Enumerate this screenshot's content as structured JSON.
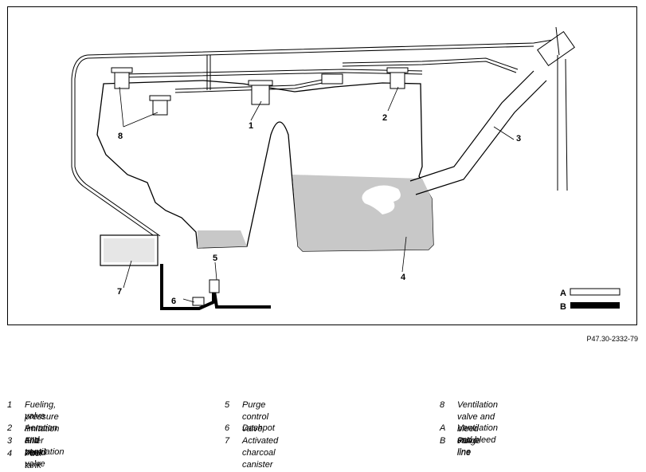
{
  "diagram": {
    "callouts": {
      "c1": "1",
      "c2": "2",
      "c3": "3",
      "c4": "4",
      "c5": "5",
      "c6": "6",
      "c7": "7",
      "c8": "8",
      "cA": "A",
      "cB": "B"
    },
    "reference": "P47.30-2332-79"
  },
  "legend": [
    {
      "key": "1",
      "text": "Fueling, pressure limitation and bleed"
    },
    {
      "key": "",
      "text": "valve"
    },
    {
      "key": "2",
      "text": "Aeration and ventilation valve"
    },
    {
      "key": "3",
      "text": "Filler neck"
    },
    {
      "key": "4",
      "text": "Fuel tank"
    },
    {
      "key": "5",
      "text": "Purge control valve"
    },
    {
      "key": "6",
      "text": "Dashpot"
    },
    {
      "key": "7",
      "text": "Activated charcoal canister"
    },
    {
      "key": "8",
      "text": "Ventilation valve and bleed valve"
    },
    {
      "key": "A",
      "text": "Ventilation and bleed line"
    },
    {
      "key": "B",
      "text": "Purge line"
    }
  ],
  "colors": {
    "fuel": "#c8c8c8",
    "line": "#000000",
    "background": "#ffffff"
  }
}
